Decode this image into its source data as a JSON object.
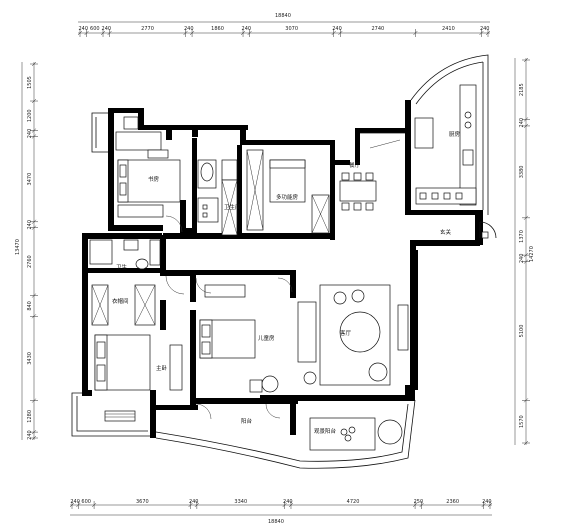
{
  "dimensions": {
    "top_total": "18840",
    "top": [
      "240",
      "600",
      "240",
      "2770",
      "240",
      "1860",
      "240",
      "3070",
      "240",
      "2740",
      "2410",
      "240"
    ],
    "bottom_total": "18840",
    "bottom": [
      "240",
      "600",
      "3670",
      "240",
      "3340",
      "240",
      "4720",
      "250",
      "2360",
      "240"
    ],
    "left_total": "13470",
    "left": [
      "1505",
      "1200",
      "240",
      "3470",
      "240",
      "2760",
      "840",
      "3430",
      "1280",
      "240"
    ],
    "right_total": "14270",
    "right": [
      "2185",
      "240",
      "3380",
      "1370",
      "240",
      "5100",
      "1570"
    ]
  },
  "rooms": {
    "master_study": "书房",
    "bath": "卫生间",
    "multi_room": "多功能房",
    "kitchen": "厨房",
    "dining": "餐厅",
    "entry": "玄关",
    "guest_bath": "卫生",
    "cloak": "衣帽间",
    "bedroom_main": "主卧",
    "bedroom_child": "儿童房",
    "living": "客厅",
    "balcony": "阳台",
    "living_balcony": "观景阳台"
  }
}
